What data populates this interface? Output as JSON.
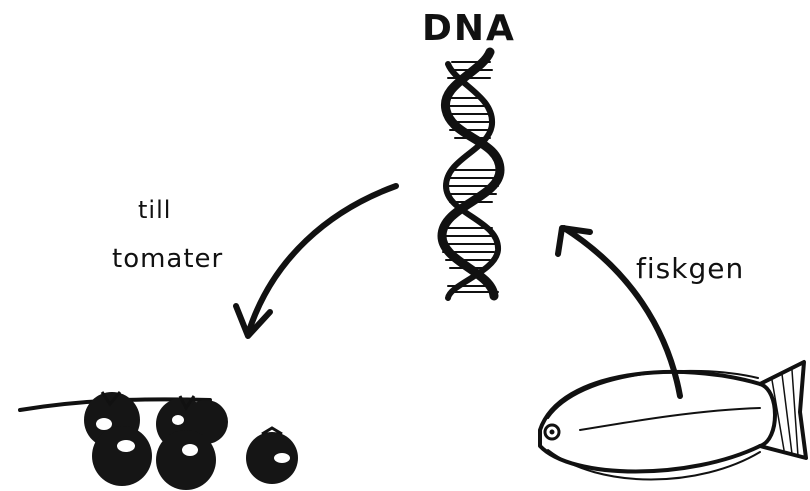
{
  "labels": {
    "dna": "DNA",
    "till": "till",
    "tomater": "tomater",
    "fiskgen": "fiskgen"
  },
  "colors": {
    "ink": "#111111",
    "background": "#ffffff"
  },
  "drawings": [
    "dna-double-helix",
    "tomato-cluster",
    "single-tomato",
    "flatfish",
    "arrow-fish-to-dna",
    "arrow-dna-to-tomatoes"
  ]
}
